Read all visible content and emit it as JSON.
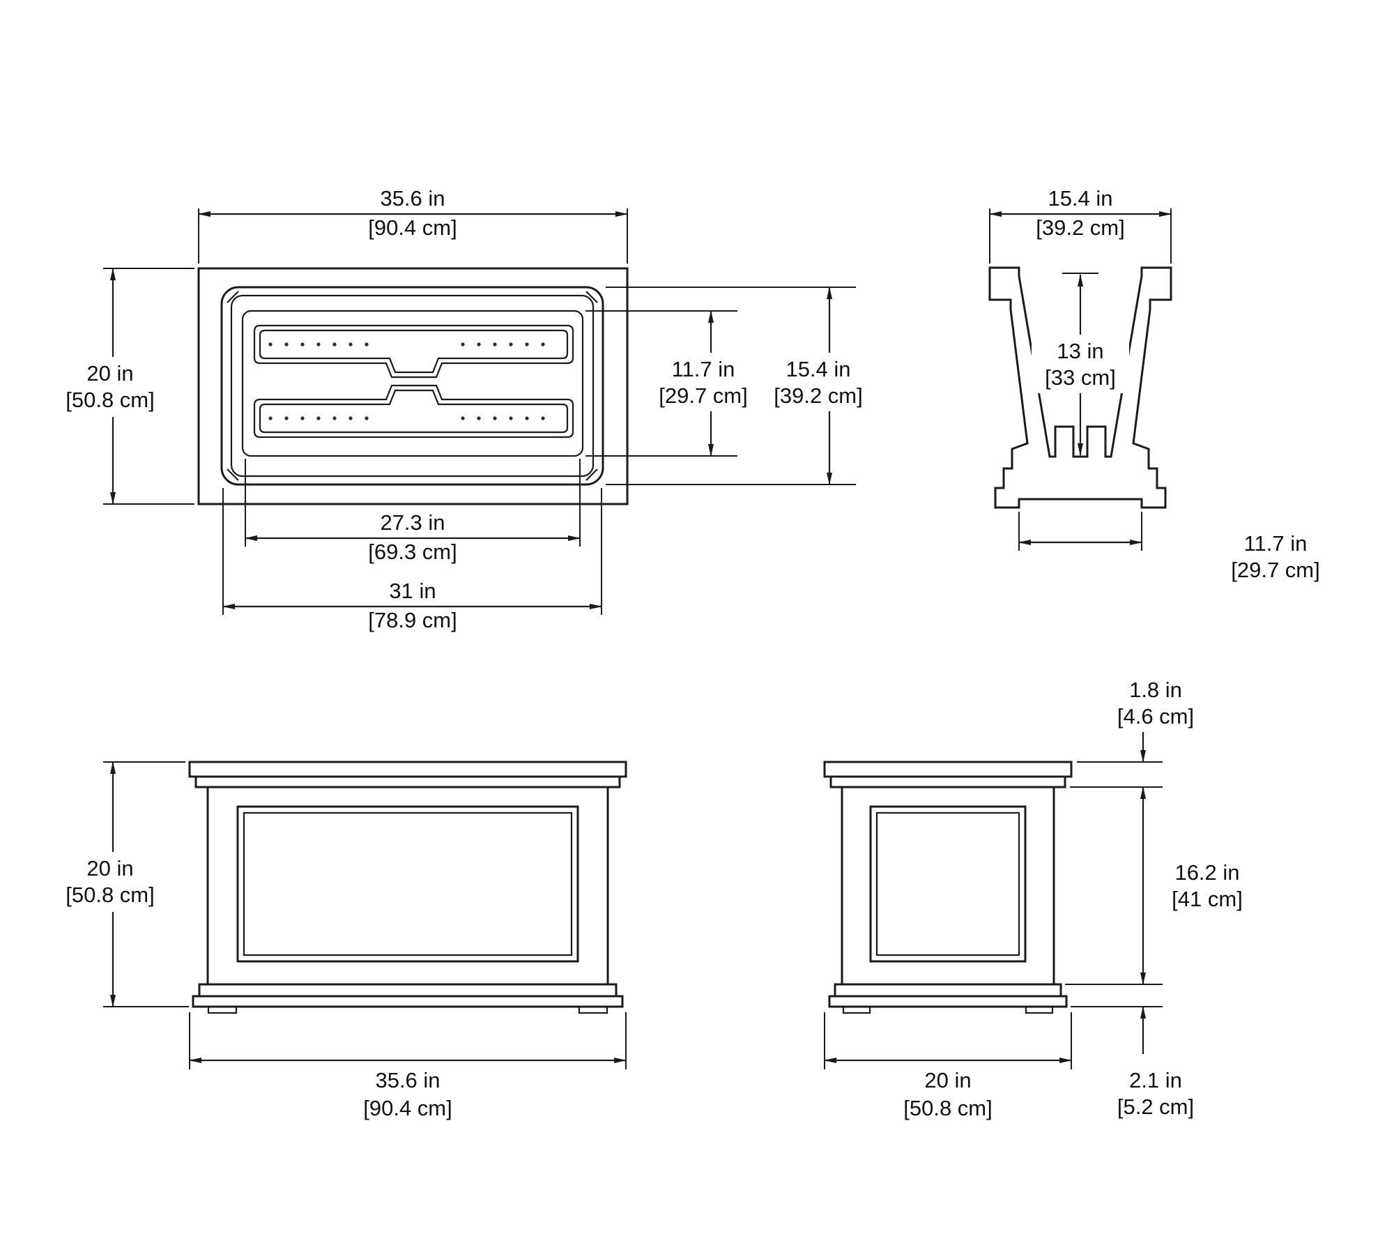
{
  "drawing": {
    "type": "technical-dimension-drawing",
    "line_color": "#1a1a1a",
    "background": "#ffffff"
  },
  "views": {
    "plan": {
      "width": {
        "in": "35.6 in",
        "cm": "[90.4 cm]"
      },
      "depth": {
        "in": "20 in",
        "cm": "[50.8 cm]"
      },
      "floor_depth": {
        "in": "11.7 in",
        "cm": "[29.7 cm]"
      },
      "opening_depth": {
        "in": "15.4 in",
        "cm": "[39.2 cm]"
      },
      "floor_width": {
        "in": "27.3 in",
        "cm": "[69.3 cm]"
      },
      "opening_width": {
        "in": "31 in",
        "cm": "[78.9 cm]"
      }
    },
    "section": {
      "top_width": {
        "in": "15.4 in",
        "cm": "[39.2 cm]"
      },
      "inner_depth": {
        "in": "13 in",
        "cm": "[33 cm]"
      },
      "base_width": {
        "in": "11.7 in",
        "cm": "[29.7 cm]"
      }
    },
    "front": {
      "height": {
        "in": "20 in",
        "cm": "[50.8 cm]"
      },
      "width": {
        "in": "35.6 in",
        "cm": "[90.4 cm]"
      }
    },
    "side": {
      "lip_height": {
        "in": "1.8 in",
        "cm": "[4.6 cm]"
      },
      "body_height": {
        "in": "16.2 in",
        "cm": "[41 cm]"
      },
      "base_height": {
        "in": "2.1 in",
        "cm": "[5.2 cm]"
      },
      "width": {
        "in": "20 in",
        "cm": "[50.8 cm]"
      }
    }
  }
}
